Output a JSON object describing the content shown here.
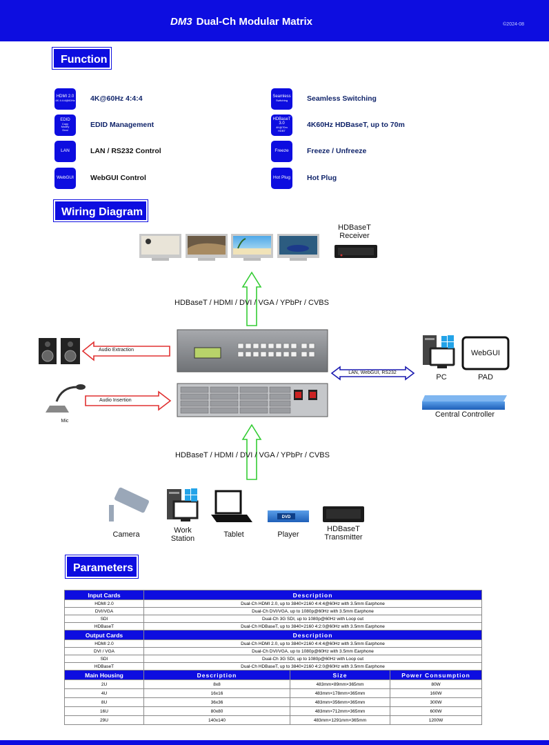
{
  "header": {
    "model": "DM3",
    "title": "Dual-Ch Modular Matrix",
    "date": "©2024-08"
  },
  "sections": {
    "function": "Function",
    "wiring": "Wiring Diagram",
    "parameters": "Parameters"
  },
  "functions": [
    {
      "icon_lines": [
        "HDMI 2.0",
        "4K 4:4:4@60Hz"
      ],
      "icon": "hdmi-icon",
      "label": "4K@60Hz 4:4:4"
    },
    {
      "icon_lines": [
        "Seamless",
        "Switching"
      ],
      "icon": "seamless-icon",
      "label": "Seamless Switching"
    },
    {
      "icon_lines": [
        "EDID",
        "Copy",
        "Modify",
        "Deal"
      ],
      "icon": "edid-icon",
      "label": "EDID Management"
    },
    {
      "icon_lines": [
        "HDBaseT 3.0",
        "4K@70m",
        "HDBT"
      ],
      "icon": "hdbaset-icon",
      "label": "4K60Hz HDBaseT, up to 70m"
    },
    {
      "icon_lines": [
        "LAN"
      ],
      "icon": "lan-icon",
      "label": "LAN / RS232 Control"
    },
    {
      "icon_lines": [
        "Freeze"
      ],
      "icon": "freeze-icon",
      "label": "Freeze / Unfreeze"
    },
    {
      "icon_lines": [
        "WebGUI"
      ],
      "icon": "webgui-icon",
      "label": "WebGUI Control"
    },
    {
      "icon_lines": [
        "Hot Plug"
      ],
      "icon": "hotplug-icon",
      "label": "Hot Plug"
    }
  ],
  "wiring": {
    "hdbaset_receiver": [
      "HDBaseT",
      "Receiver"
    ],
    "output_signals": "HDBaseT / HDMI / DVI / VGA / YPbPr / CVBS",
    "input_signals": "HDBaseT / HDMI / DVI / VGA / YPbPr / CVBS",
    "audio_extraction": "Audio Extraction",
    "audio_insertion": "Audio Insertion",
    "mic": "Mic",
    "control_link": "LAN, WebGUI, RS232",
    "pc": "PC",
    "pad": "PAD",
    "webgui": "WebGUI",
    "central_controller": "Central Controller",
    "sources": [
      {
        "lines": [
          "Camera"
        ],
        "icon": "camera-icon"
      },
      {
        "lines": [
          "Work",
          "Station"
        ],
        "icon": "workstation-icon"
      },
      {
        "lines": [
          "Tablet"
        ],
        "icon": "tablet-icon"
      },
      {
        "lines": [
          "Player"
        ],
        "icon": "dvd-player-icon",
        "badge": "DVD"
      },
      {
        "lines": [
          "HDBaseT",
          "Transmitter"
        ],
        "icon": "hdbaset-transmitter-icon"
      }
    ],
    "colors": {
      "arrow_green": "#33cc33",
      "arrow_red": "#e03030",
      "arrow_blue": "#1a1ab0",
      "accent": "#0d0de0"
    }
  },
  "parameters": {
    "input_cards": {
      "header": [
        "Input Cards",
        "Description"
      ],
      "rows": [
        [
          "HDMI 2.0",
          "Dual-Ch HDMI 2.0, up to 3840×2160 4:4:4@60Hz with 3.5mm Earphone"
        ],
        [
          "DVI/VGA",
          "Dual-Ch DVI/VGA, up to 1080p@60Hz with 3.5mm Earphone"
        ],
        [
          "SDI",
          "Dual-Ch 3G SDI, up to 1080p@60Hz with Loop out"
        ],
        [
          "HDBaseT",
          "Dual-Ch HDBaseT, up to 3840×2160 4:2:0@60Hz with 3.5mm Earphone"
        ]
      ]
    },
    "output_cards": {
      "header": [
        "Output Cards",
        "Description"
      ],
      "rows": [
        [
          "HDMI 2.0",
          "Dual-Ch HDMI 2.0, up to 3840×2160 4:4:4@60Hz with 3.5mm Earphone"
        ],
        [
          "DVI / VGA",
          "Dual-Ch DVI/VGA, up to 1080p@60Hz with 3.5mm Earphone"
        ],
        [
          "SDI",
          "Dual-Ch 3G SDI, up to 1080p@60Hz with Loop out"
        ],
        [
          "HDBaseT",
          "Dual-Ch HDBaseT, up to 3840×2160 4:2:0@60Hz with 3.5mm Earphone"
        ]
      ]
    },
    "main_housing": {
      "header": [
        "Main Housing",
        "Description",
        "Size",
        "Power Consumption"
      ],
      "rows": [
        [
          "2U",
          "8x8",
          "483mm×89mm×365mm",
          "80W"
        ],
        [
          "4U",
          "16x16",
          "483mm×178mm×365mm",
          "160W"
        ],
        [
          "8U",
          "36x36",
          "483mm×356mm×365mm",
          "300W"
        ],
        [
          "16U",
          "80x80",
          "483mm×712mm×365mm",
          "600W"
        ],
        [
          "29U",
          "140x140",
          "483mm×1291mm×365mm",
          "1200W"
        ]
      ]
    }
  }
}
